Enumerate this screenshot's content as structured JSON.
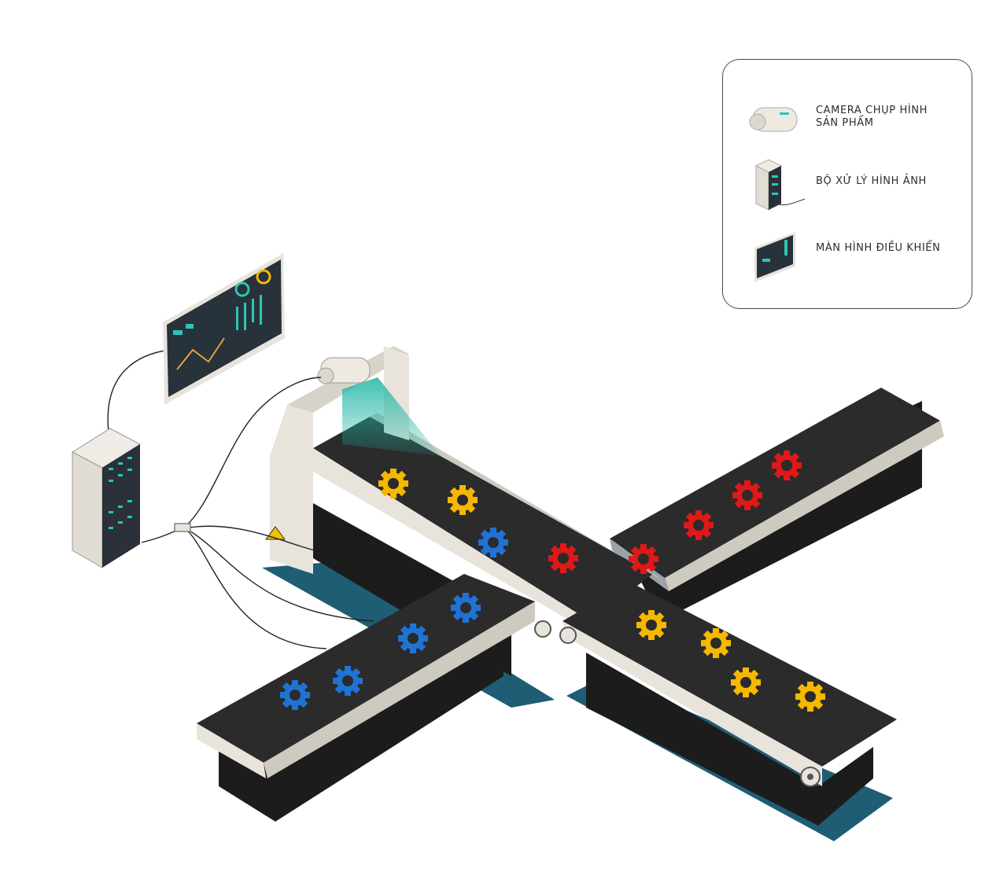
{
  "legend": {
    "items": [
      {
        "icon": "camera-icon",
        "label": "CAMERA CHỤP HÌNH\nSẢN PHẨM"
      },
      {
        "icon": "processor-icon",
        "label": "BỘ XỬ LÝ HÌNH ẢNH"
      },
      {
        "icon": "monitor-icon",
        "label": "MÀN HÌNH ĐIỀU KHIỂN"
      }
    ]
  },
  "colors": {
    "belt": "#2b2b2b",
    "frame": "#e8e4dc",
    "base_shadow": "#1f5d74",
    "gear_yellow": "#f5b800",
    "gear_blue": "#1f73d6",
    "gear_red": "#e01818",
    "camera_beam": "#1fb5a5",
    "screen_accent": "#2ec4b6"
  }
}
